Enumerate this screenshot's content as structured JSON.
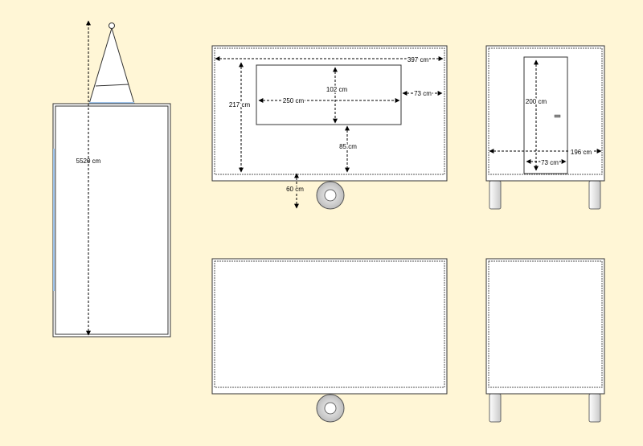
{
  "colors": {
    "background": "#fff6d6",
    "panel_fill": "#ffffff",
    "outline": "#444444",
    "accent_blue": "#9ec3ea",
    "wheel_fill": "#d9d9d9",
    "leg_fill": "#e6e6e6"
  },
  "labels": {
    "height_total": "5520 cm",
    "width_outer": "397 cm",
    "height_side": "217 cm",
    "height_window": "102 cm",
    "width_window": "250 cm",
    "window_right_margin": "73 cm",
    "window_bottom_margin": "85 cm",
    "ground_clearance": "60 cm",
    "door_height": "200 cm",
    "end_width": "196 cm",
    "door_width": "73 cm"
  }
}
